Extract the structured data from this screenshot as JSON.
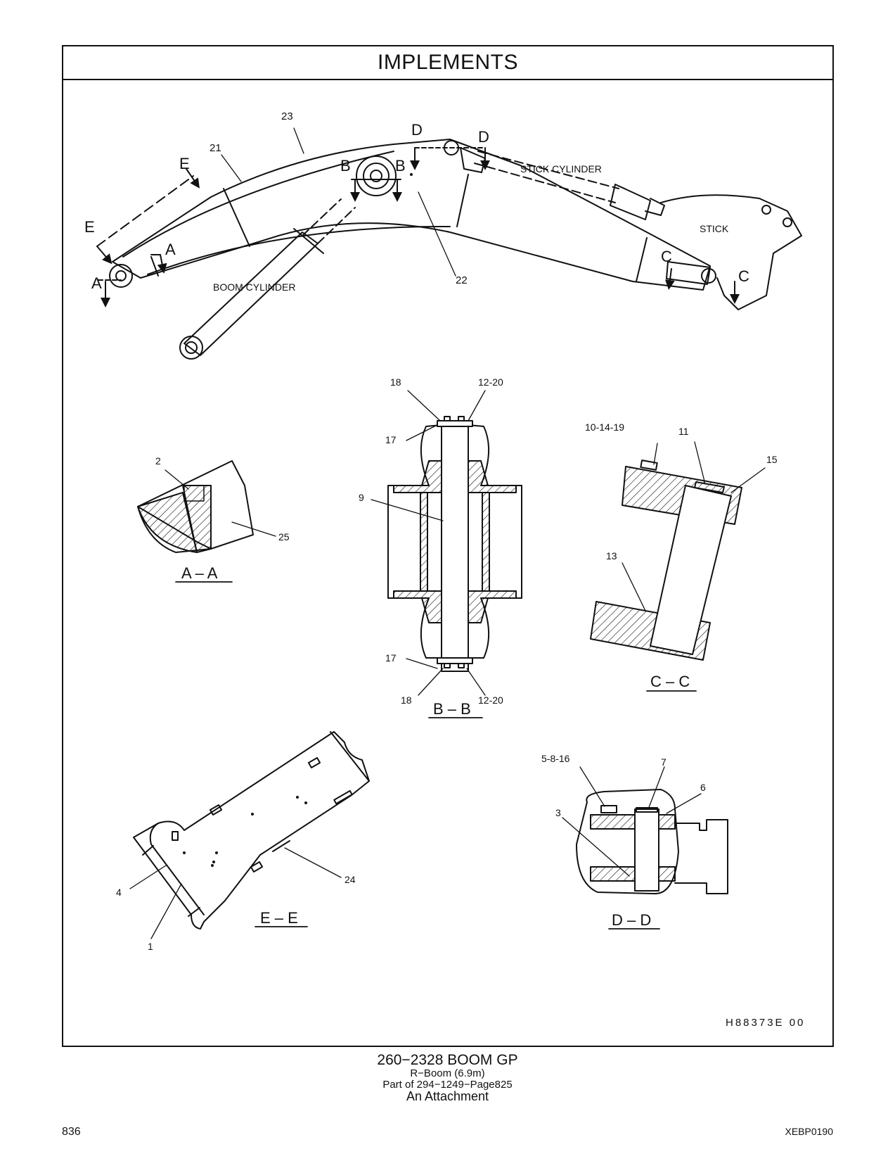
{
  "header": {
    "title": "IMPLEMENTS"
  },
  "labels": {
    "boom_cylinder": "BOOM  CYLINDER",
    "stick_cylinder": "STICK  CYLINDER",
    "stick": "STICK",
    "drawing_number": "H88373E   00"
  },
  "section_markers": [
    "A",
    "B",
    "C",
    "D",
    "E"
  ],
  "section_titles": {
    "aa": "A – A",
    "bb": "B – B",
    "cc": "C – C",
    "dd": "D – D",
    "ee": "E – E"
  },
  "callouts": {
    "main": [
      "23",
      "21",
      "22"
    ],
    "aa": [
      "2",
      "25"
    ],
    "bb": [
      "18",
      "12-20",
      "17",
      "9",
      "17",
      "18",
      "12-20"
    ],
    "cc": [
      "10-14-19",
      "11",
      "15",
      "13"
    ],
    "dd": [
      "5-8-16",
      "7",
      "6",
      "3"
    ],
    "ee": [
      "4",
      "1",
      "24"
    ]
  },
  "caption": {
    "part_number": "260−2328   BOOM  GP",
    "line2": "R−Boom (6.9m)",
    "line3": "Part of 294−1249−Page825",
    "line4": "An Attachment"
  },
  "footer": {
    "page": "836",
    "doc_code": "XEBP0190"
  }
}
